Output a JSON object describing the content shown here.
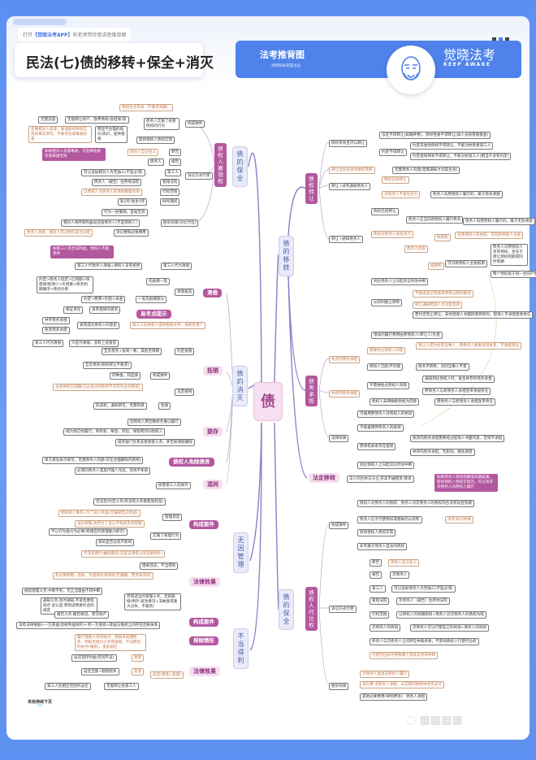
{
  "header": {
    "hint_prefix": "打开",
    "app_name": "【觉晓法考APP】",
    "hint_suffix": "听老师带你串讲思维背图",
    "title": "民法(七)债的移转+保全+消灭",
    "banner_title": "法考推背图",
    "banner_sub": "觉晓科技荣誉出品",
    "brand_cn": "觉晓法考",
    "brand_en": "KEEP AWAKE"
  },
  "colors": {
    "accent_blue": "#4f82ea",
    "node_purple": "#b3579f",
    "node_pink": "#f6dff0",
    "node_lavender": "#e8ebf8",
    "emphasis_orange": "#c27445"
  },
  "main": {
    "center": "债",
    "preserve_left": "债的保全",
    "extinguish": "债的消灭",
    "negotiorum": "无因管理",
    "unjust": "不当得利",
    "transfer": "债的移转",
    "preserve_right": "债的保全"
  },
  "revoke": [
    "债权人撤销权",
    "构成要件",
    "债权合法有效（不要求到期）",
    "债务人实施了损害债权的行为",
    "影响债权人债权实现",
    "无偿转让财产、放弃债权(含担保)等",
    "无需恶意",
    "明显不合理的低价/高价，提供担保",
    "还要相对人恶意，知道影响债权实现的事实即可，不要求恶意串通损害",
    "如果相对人恶意串通，可选择依据恶意串通无效",
    "诉讼方式行使",
    "原告",
    "债权人自己名义",
    "被告",
    "债务人",
    "第三人",
    "可以追加相对人为无独三(不是必须)",
    "管辖法院",
    "债务人（被告）住所地法院",
    "行权范围",
    "以债权人对债务人的债权数额为限",
    "除斥期间",
    "知1年/发生5年",
    "胜诉效果[对比代位]",
    "行为一经撤销，自始无效",
    "相对人将所获利益返还给债务人(不是债权人)",
    "诉讼费和必要费用",
    "债务人承担、相对人有过错的适当分担"
  ],
  "transfer": [
    "债权转让",
    "债权有效且可以转让",
    "法定不得转让(如赡养费)、债权性质不得转让(如人身损害赔偿金)",
    "约定不得转让",
    "约定非金钱债权不得转让，不能对抗善意第三人",
    "约定金钱债权不得转让，不能对抗第三人(相当于没有约定)",
    "转让合同生效时债权转移",
    "无需债务人同意(但需通知才对其生效)",
    "转让+没有通知债务人",
    "债权已经转让",
    "对债务人不发生效力",
    "债务人向原债权人履行的，属于有效清偿",
    "转让+通知债务人",
    "债权已经转让",
    "债权对债务人发生效力",
    "债务人应当向新债权人履行债务",
    "债务人向原债权人履行的，属于无效清偿",
    "债务人抗辩",
    "抗辩权",
    "对原债权人的抗辩，可向新债权人主张",
    "抵销权",
    "可对新债权人主张抵销",
    "债务人对原债权人享有债权，且先于转让债权到期或同时到期",
    "两个债权基于同一合同产生",
    "到达债务人之日起诉讼时效中断",
    "从权利随之转移",
    "不受未登记或者未转移占有的影响",
    "转让通知担保人才对其生效",
    "若约定禁止转让，未经担保人书面同意转移的，担保人不承担担保责任",
    "增加的履行费用由原债权人(转让人)负担"
  ],
  "assume": [
    "债务承担",
    "免责的债务承担",
    "需要经过债权人同意",
    "受让人成为合同当事人，原债务人脱离合同关系，不承担责任",
    "债权人沉默/不同意",
    "债务不转移，合同当事人不变",
    "并存的债务承担",
    "不需要经过债权人同意",
    "通知到达债权人时，发生并存的债务承担",
    "原债务人与新债务人承担连带清偿责任",
    "债权人未明确拒绝视为同意",
    "原债务人与新债务人承担连带责任",
    "法律效果",
    "可援用原债务人对债权人的抗辩",
    "不能援用原债务人的抵销",
    "原债权关系存在担保",
    "免责的债务承担需要经过担保人书面同意，否则不承担",
    "并存的债务承担，无影响，继续承担",
    "到达债权人之日起诉讼时效中断",
    "法定移转",
    "法人的合并与分立;买卖不破租赁;继承"
  ],
  "subrogation": [
    "债权人代位权",
    "如果债务人债权到期或未期届满，影响债权人债权实现的，可以请求次债务人向债权人履行",
    "构成要件",
    "债权人对债务人的债权、债务人对次债务人的债权均合法有效且到期",
    "债务人怠于行使债权或相关的从权利",
    "没有诉讼/仲裁",
    "影响债权人债权实现",
    "非专属于债务人自身的债权",
    "诉讼方式行使",
    "原告",
    "债权人自己名义",
    "被告",
    "次债务人",
    "第三人",
    "可以追加债务人为无独三(不是必须)",
    "管辖法院",
    "次债务人（被告）住所地法院",
    "行权范围",
    "以债权人的到期债权+债务人对次债务人的债权为限",
    "次债务人的抗辩",
    "次债务人可以行使自己的抗辩+债务人的抗辩",
    "债务人与次债务人之间存在仲裁条款，不影响债权人行使代位权",
    "行使代位权可导致两个债诉讼时效中断",
    "胜诉效果",
    "次债务人直接向债权人履行",
    "诉讼费:次债务人承担，从实现的债权中优先支付",
    "其他必要费用(律师费等)：债务人承担"
  ],
  "extinguish": [
    "清偿",
    "第三人代为清偿",
    "第三人代债务人清偿=债权人没有拒绝",
    "如第三人有合法利益，债权人不能拒绝",
    "清偿抵充",
    "先抵哪一笔",
    "约定>债务人指定>已到期>缺担保/担保少>负担重>债务到期顺序>债务比例",
    "一笔先抵哪部分",
    "约定>费用>利息>本金",
    "易考点提示",
    "第三人向债权人提供担保文件，如何定性？",
    "保证责任",
    "具有担保的意思",
    "并存债务承担",
    "免责债务承担",
    "具有成为债务人的意思",
    "第三人代为清偿",
    "只是代清偿，没有上述意思",
    "抵销",
    "约定抵销",
    "互负债务+协商一致，其他无限制",
    "法定抵销",
    "构成要件",
    "互负债务(债权转让不要求)",
    "同种类、同品质",
    "主动债权已到期(已过诉讼时效的不可作为主动债权)",
    "性质",
    "形成权，通知即可，无需同意",
    "提存",
    "因债权人原因致债务难以履行",
    "视为债已经履行，所有权、孳息、风险、保管费均归债权人",
    "提存部门负有妥善保管义务，并告知领取期限",
    "债权人免除债务",
    "单方意思表示即可，无需债务人同意(可在合理期限内拒绝)",
    "必须向债务人或其代理人作出，否则不免除",
    "混同",
    "损害第三人的除外"
  ],
  "negotiorum": [
    "构成要件",
    "无法定/约定义务(有没有义务看客观标准)",
    "管理意思",
    "明知他人事务+为了他人利益(可兼顾自己利益)",
    "误信管理,依然为了自己不构成无因管理",
    "实施了管理行为",
    "不以行为能力为必要(有相应的管理能力即可)",
    "目的是否达成不影响",
    "不违反明示/推知意思(违反法律或公序良俗除外)",
    "法律效果",
    "阻却违法，不当得利",
    "有必要费用、损失、负担债务请求权(无报酬、劳务请求权)",
    "尽到适当的管理义务，否则赔偿(例外:紧急情况+非故意或重大过失，不赔责)",
    "继续管理义务:中断不利，无正当理由不得中断",
    "通知义务:及时通知,不紧急便等指示 追认后,原则适用委托合同规定",
    "报告义务:报告情况，转交财产"
  ],
  "unjust": [
    "构成要件",
    "没有法律根据+一方获益(反射利益除外)+另一方受损+获益与受损之间存在因果关系",
    "排除情形",
    "履行道德义务的给付、清偿未到期债务、明知无给付义务而清偿、不法原因的给付(赌债)、提前偿还",
    "法律效果",
    "返还(善意+恶意)",
    "善意",
    "返还现存利益(无则不返)",
    "恶意",
    "返还全部+赔偿损失",
    "第三人",
    "第三人在相应范围内返还",
    "无偿转让给第三人"
  ],
  "footer": {
    "continued": "未完待续下页"
  }
}
